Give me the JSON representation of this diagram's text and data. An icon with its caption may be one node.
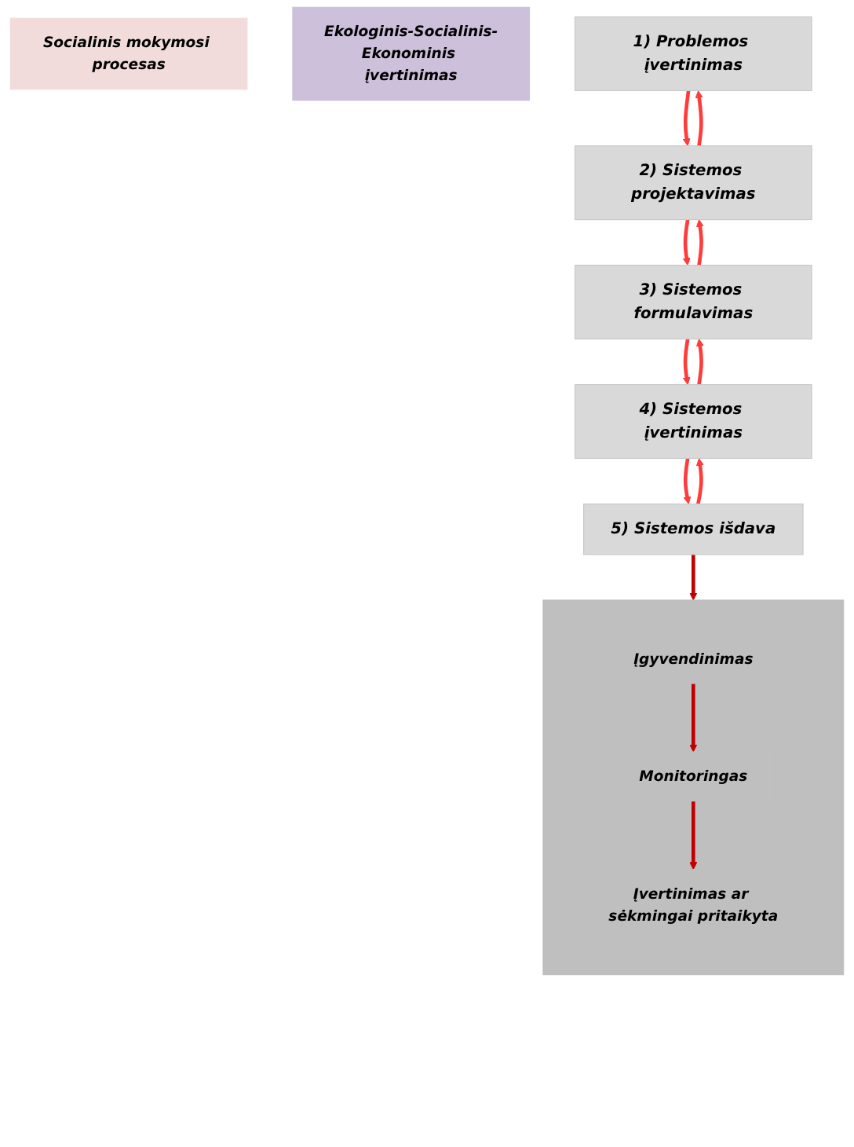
{
  "diagram": {
    "nodes": [
      {
        "text": [
          "Socialinis mokymosi procesas"
        ]
      },
      {
        "text": [
          "Ekologinis-Socialinis-Ekonominis įvertinimas"
        ]
      },
      {
        "text": [
          "1) Problemos įvertinimas"
        ]
      },
      {
        "text": [
          "2) Sistemos projektavimas"
        ]
      },
      {
        "text": [
          "3) Sistemos formulavimas"
        ]
      },
      {
        "text": [
          "4) Sistemos įvertinimas"
        ]
      },
      {
        "text": [
          "5) Sistemos išdava"
        ]
      },
      {
        "text": [],
        "shape": "box"
      },
      {
        "text": [
          "Įgyvendinimas"
        ],
        "in": 7
      },
      {
        "text": [
          "Monitoringas"
        ],
        "in": 7
      },
      {
        "text": [
          "Įvertinimas ar sėkmingai pritaikyta"
        ],
        "in": 7
      }
    ],
    "edges": [
      {
        "from": 2,
        "to": 3,
        "arrow": "to"
      },
      {
        "from": 3,
        "to": 4,
        "arrow": "to"
      },
      {
        "from": 4,
        "to": 5,
        "arrow": "to"
      },
      {
        "from": 5,
        "to": 6,
        "arrow": "to"
      },
      {
        "from": 6,
        "to": 5,
        "arrow": "to"
      },
      {
        "from": 5,
        "to": 4,
        "arrow": "to"
      },
      {
        "from": 4,
        "to": 3,
        "arrow": "to"
      },
      {
        "from": 3,
        "to": 2,
        "arrow": "to"
      },
      {
        "from": 6,
        "to": 7,
        "arrow": "to",
        "color": "#c00000"
      },
      {
        "from": 8,
        "to": 9,
        "arrow": "to",
        "color": "#c00000"
      },
      {
        "from": 9,
        "to": 10,
        "arrow": "to",
        "color": "#c00000"
      }
    ]
  }
}
